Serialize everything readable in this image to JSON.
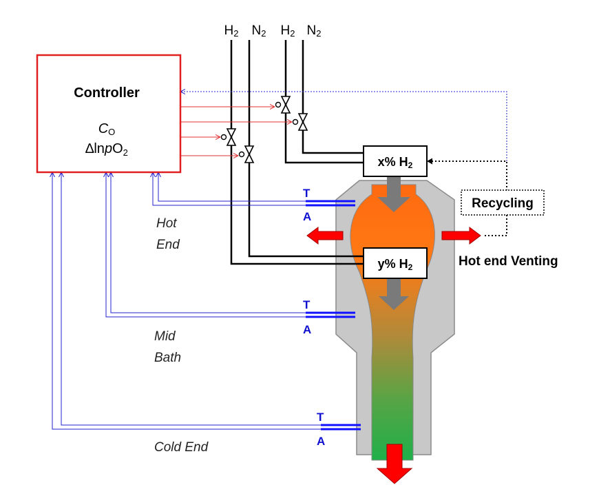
{
  "controller": {
    "title": "Controller",
    "c_symbol": "C",
    "c_sub": "O",
    "delta_prefix": "∆ln",
    "delta_p": "p",
    "delta_o": "O",
    "delta_sub": "2"
  },
  "gas_feeds": [
    {
      "gas": "H",
      "sub": "2"
    },
    {
      "gas": "N",
      "sub": "2"
    },
    {
      "gas": "H",
      "sub": "2"
    },
    {
      "gas": "N",
      "sub": "2"
    }
  ],
  "injectors": {
    "upper": {
      "prefix": "x% H",
      "sub": "2"
    },
    "lower": {
      "prefix": "y% H",
      "sub": "2"
    }
  },
  "recycling_label": "Recycling",
  "venting_label": "Hot end Venting",
  "sensor_letters": {
    "t": "T",
    "a": "A"
  },
  "zones": {
    "hot": [
      "Hot",
      "End"
    ],
    "mid": [
      "Mid",
      "Bath"
    ],
    "cold": "Cold End"
  },
  "colors": {
    "controller_border": "#e02020",
    "control_signal": "#e03030",
    "sensor_signal": "#2020d0",
    "feedback_dotted": "#2020d0",
    "furnace_shell": "#c8c8c8",
    "hot_zone": "#ff6a10",
    "cold_zone": "#22b04a",
    "vent_arrow": "#ff0000",
    "flow_arrow": "#7a7a7a"
  }
}
